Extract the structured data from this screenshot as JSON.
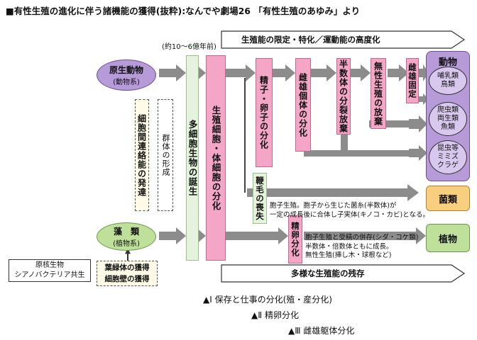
{
  "title": "■有性生殖の進化に伴う諸機能の獲得(抜粋):なんでや劇場26 「有性生殖のあゆみ」より",
  "banner_top": "生殖能の限定・特化／運動能の高度化",
  "banner_bottom": "多様な生殖能の残存",
  "time_label": "(約10～6億年前)",
  "protozoa": {
    "name": "原生動物",
    "sub": "(動物系)"
  },
  "algae": {
    "name": "藻　類",
    "sub": "(植物系)"
  },
  "prokaryote": {
    "line1": "原核生物",
    "line2": "シアノバクテリア共生"
  },
  "chloro": {
    "line1": "葉緑体の獲得",
    "line2": "細胞壁の獲得"
  },
  "cell_link": "細胞間連絡能の発達",
  "group_form": "群体の形成",
  "multicell": "多細胞生物の誕生",
  "germ_soma": "生殖細胞・体細胞の分化",
  "sperm_egg": "精子・卵子の分化",
  "sex_sep": "雌雄個体の分化",
  "haploid": "半数体の分裂放棄",
  "asexual": "無性生殖の放棄",
  "sex_fixed": "雌雄固定",
  "flagella": "鞭毛の喪失",
  "sperm_egg2": "精卵分化",
  "animals": {
    "title": "動物",
    "g1": "哺乳類\n鳥類",
    "g2": "爬虫類\n両生類\n魚類",
    "g3": "昆虫等\nミミズ\nクラゲ"
  },
  "fungi": "菌類",
  "plants": "植物",
  "fungi_note": {
    "line1": "胞子生殖。胞子から生じた菌糸(半数体)が",
    "line2": "一定の成長後に合体し子実体(キノコ・カビ)となる。"
  },
  "plant_note": {
    "line1": "胞子生殖と受精の併存(シダ・コケ類)",
    "line2": "半数体・倍数体ともに成長。",
    "line3": "無性生殖(挿し木・球根など)"
  },
  "legend": [
    "▲Ⅰ 保存と仕事の分化(殖・産分化)",
    "▲Ⅱ 精卵分化",
    "▲Ⅲ 雌雄躯体分化"
  ],
  "colors": {
    "pink": "#f3a6c6",
    "purple": "#b79ad8",
    "green": "#bfe09a",
    "orange": "#f8cf7e",
    "cream": "#fffbe6",
    "mint": "#e6f3dc"
  }
}
